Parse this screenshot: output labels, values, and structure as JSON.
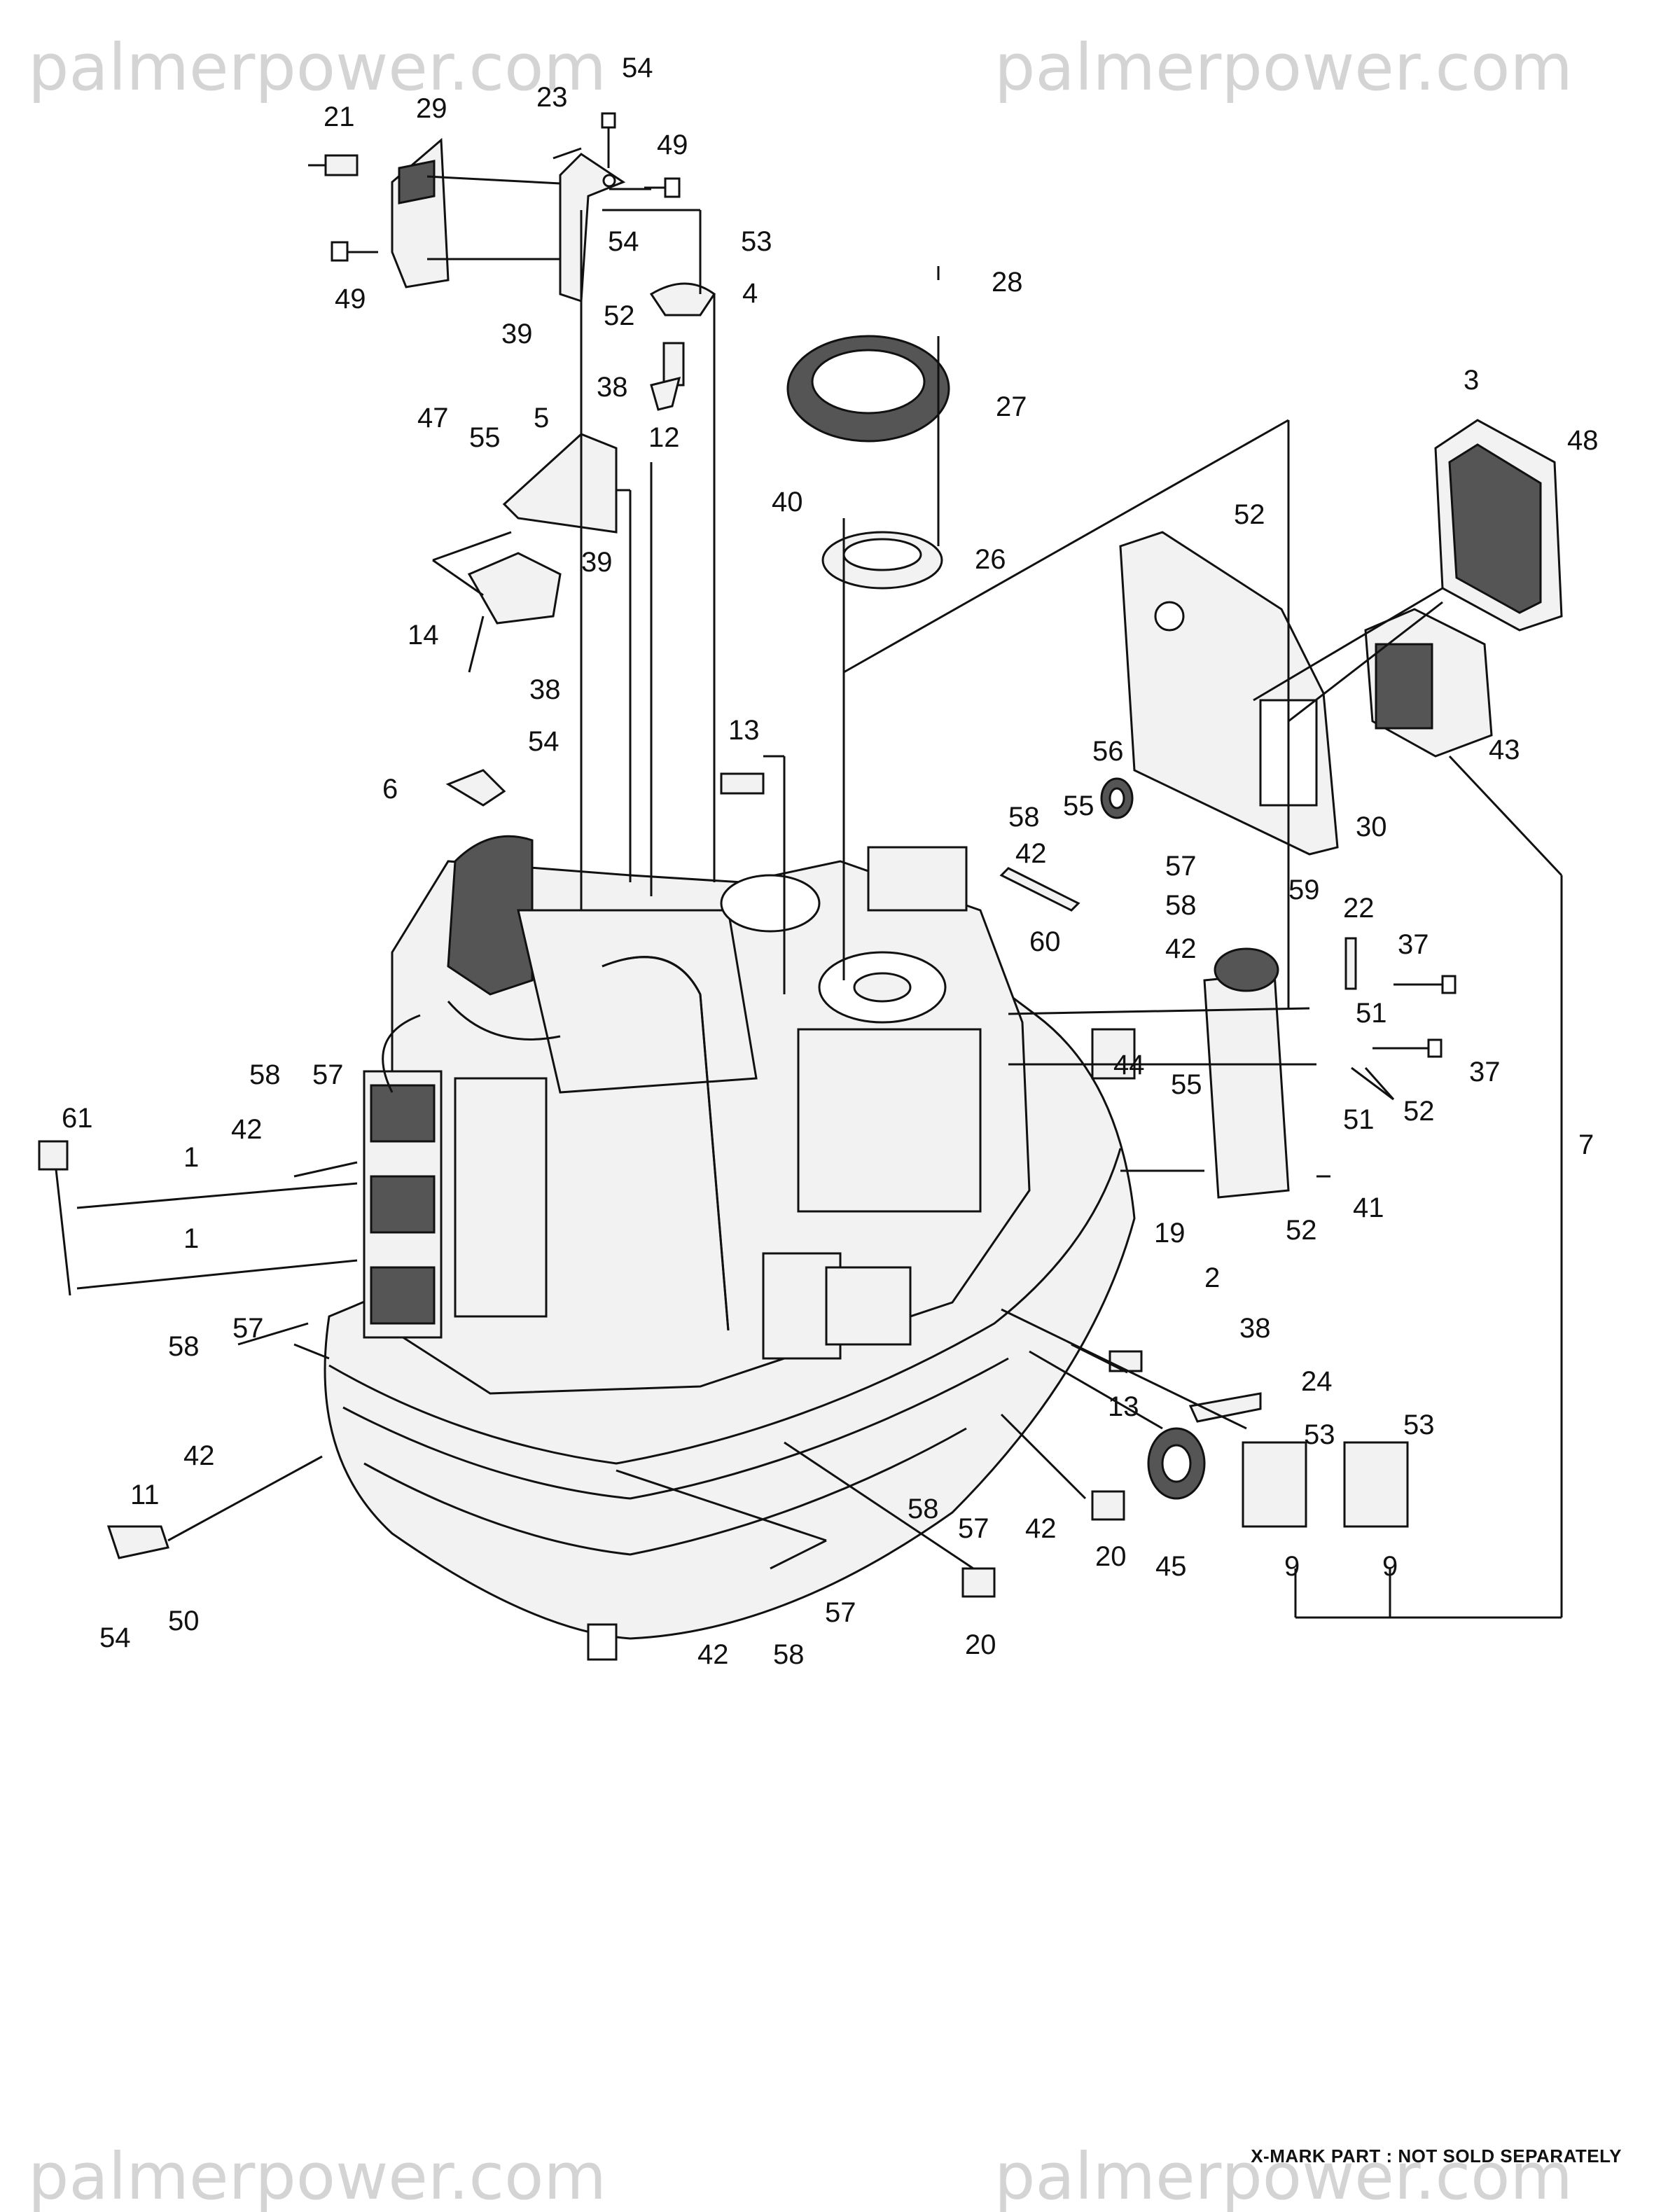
{
  "watermark": {
    "text": "palmerpower.com"
  },
  "footer_note": "X-MARK PART : NOT SOLD SEPARATELY",
  "callouts": [
    {
      "id": "c-54-a",
      "label": "54"
    },
    {
      "id": "c-23",
      "label": "23"
    },
    {
      "id": "c-21",
      "label": "21"
    },
    {
      "id": "c-29",
      "label": "29"
    },
    {
      "id": "c-49-a",
      "label": "49"
    },
    {
      "id": "c-49-b",
      "label": "49"
    },
    {
      "id": "c-54-b",
      "label": "54"
    },
    {
      "id": "c-53-a",
      "label": "53"
    },
    {
      "id": "c-4",
      "label": "4"
    },
    {
      "id": "c-52-a",
      "label": "52"
    },
    {
      "id": "c-39-a",
      "label": "39"
    },
    {
      "id": "c-38-a",
      "label": "38"
    },
    {
      "id": "c-12",
      "label": "12"
    },
    {
      "id": "c-28",
      "label": "28"
    },
    {
      "id": "c-27",
      "label": "27"
    },
    {
      "id": "c-26",
      "label": "26"
    },
    {
      "id": "c-40",
      "label": "40"
    },
    {
      "id": "c-3",
      "label": "3"
    },
    {
      "id": "c-48",
      "label": "48"
    },
    {
      "id": "c-47",
      "label": "47"
    },
    {
      "id": "c-5",
      "label": "5"
    },
    {
      "id": "c-55-a",
      "label": "55"
    },
    {
      "id": "c-39-b",
      "label": "39"
    },
    {
      "id": "c-52-b",
      "label": "52"
    },
    {
      "id": "c-14",
      "label": "14"
    },
    {
      "id": "c-38-b",
      "label": "38"
    },
    {
      "id": "c-54-c",
      "label": "54"
    },
    {
      "id": "c-6",
      "label": "6"
    },
    {
      "id": "c-13-a",
      "label": "13"
    },
    {
      "id": "c-43",
      "label": "43"
    },
    {
      "id": "c-56",
      "label": "56"
    },
    {
      "id": "c-58-a",
      "label": "58"
    },
    {
      "id": "c-55-b",
      "label": "55"
    },
    {
      "id": "c-42-a",
      "label": "42"
    },
    {
      "id": "c-57-a",
      "label": "57"
    },
    {
      "id": "c-58-b",
      "label": "58"
    },
    {
      "id": "c-42-b",
      "label": "42"
    },
    {
      "id": "c-59",
      "label": "59"
    },
    {
      "id": "c-30",
      "label": "30"
    },
    {
      "id": "c-60",
      "label": "60"
    },
    {
      "id": "c-22",
      "label": "22"
    },
    {
      "id": "c-37-a",
      "label": "37"
    },
    {
      "id": "c-51-a",
      "label": "51"
    },
    {
      "id": "c-37-b",
      "label": "37"
    },
    {
      "id": "c-44",
      "label": "44"
    },
    {
      "id": "c-55-c",
      "label": "55"
    },
    {
      "id": "c-52-c",
      "label": "52"
    },
    {
      "id": "c-51-b",
      "label": "51"
    },
    {
      "id": "c-7",
      "label": "7"
    },
    {
      "id": "c-41",
      "label": "41"
    },
    {
      "id": "c-19",
      "label": "19"
    },
    {
      "id": "c-2",
      "label": "2"
    },
    {
      "id": "c-52-d",
      "label": "52"
    },
    {
      "id": "c-58-c",
      "label": "58"
    },
    {
      "id": "c-57-b",
      "label": "57"
    },
    {
      "id": "c-42-c",
      "label": "42"
    },
    {
      "id": "c-61",
      "label": "61"
    },
    {
      "id": "c-1-a",
      "label": "1"
    },
    {
      "id": "c-1-b",
      "label": "1"
    },
    {
      "id": "c-57-c",
      "label": "57"
    },
    {
      "id": "c-58-d",
      "label": "58"
    },
    {
      "id": "c-42-d",
      "label": "42"
    },
    {
      "id": "c-38-c",
      "label": "38"
    },
    {
      "id": "c-24",
      "label": "24"
    },
    {
      "id": "c-13-b",
      "label": "13"
    },
    {
      "id": "c-53-b",
      "label": "53"
    },
    {
      "id": "c-53-c",
      "label": "53"
    },
    {
      "id": "c-11",
      "label": "11"
    },
    {
      "id": "c-50",
      "label": "50"
    },
    {
      "id": "c-54-d",
      "label": "54"
    },
    {
      "id": "c-58-e",
      "label": "58"
    },
    {
      "id": "c-57-d",
      "label": "57"
    },
    {
      "id": "c-42-e",
      "label": "42"
    },
    {
      "id": "c-20-a",
      "label": "20"
    },
    {
      "id": "c-45",
      "label": "45"
    },
    {
      "id": "c-9-a",
      "label": "9"
    },
    {
      "id": "c-9-b",
      "label": "9"
    },
    {
      "id": "c-20-b",
      "label": "20"
    },
    {
      "id": "c-57-e",
      "label": "57"
    },
    {
      "id": "c-42-f",
      "label": "42"
    },
    {
      "id": "c-58-f",
      "label": "58"
    }
  ]
}
